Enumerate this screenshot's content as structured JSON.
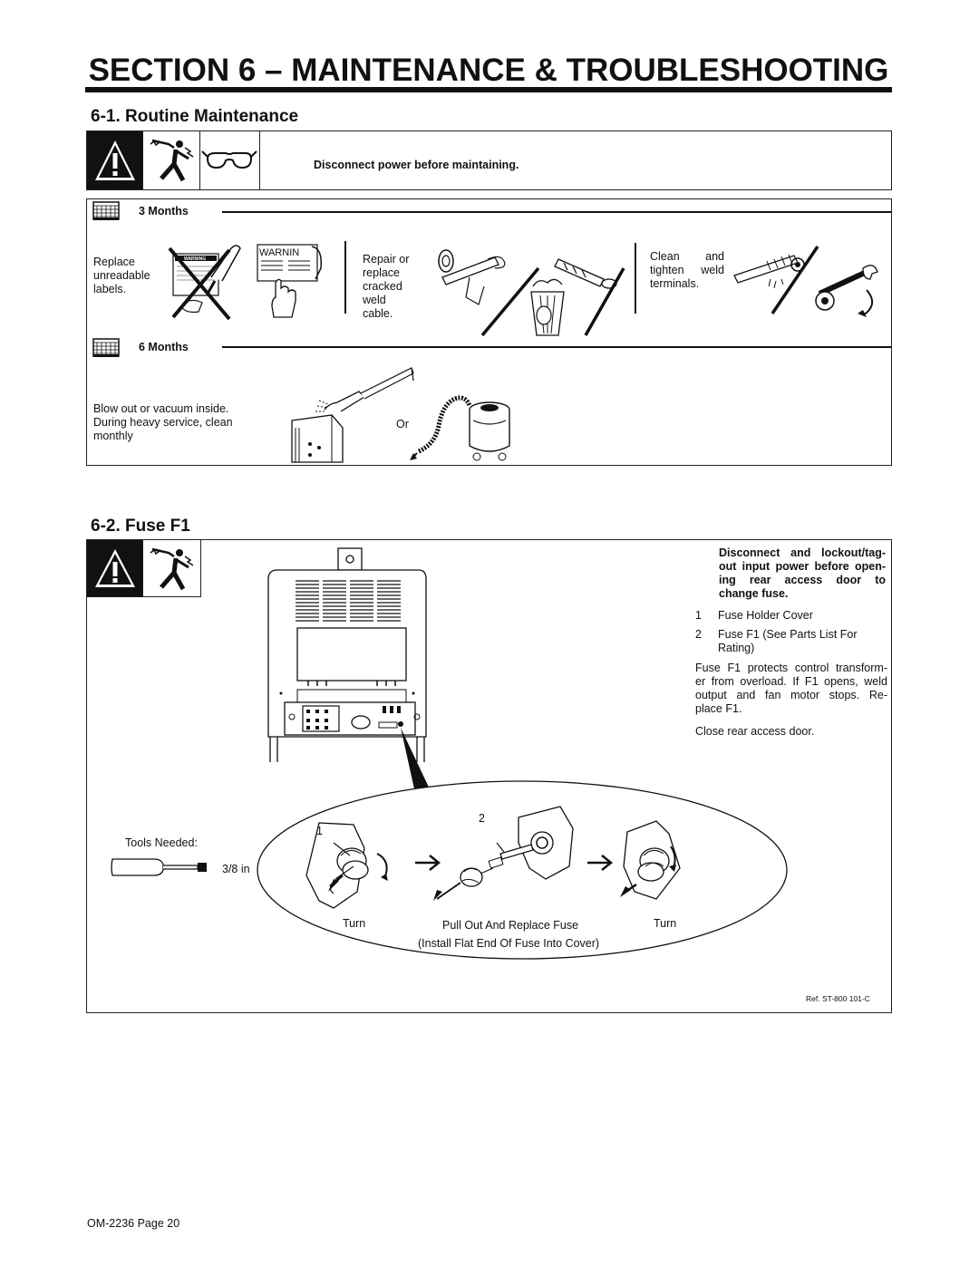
{
  "page_title": "SECTION 6 – MAINTENANCE & TROUBLESHOOTING",
  "routine": {
    "heading": "6-1.  Routine Maintenance",
    "disconnect_note": "Disconnect power before maintaining.",
    "months3_label": "3 Months",
    "replace_labels": [
      "Replace",
      "unreadable",
      "labels."
    ],
    "warning_small": "WARNING",
    "warning_big": "WARNIN",
    "repair_cable": [
      "Repair  or",
      "replace",
      "cracked",
      "weld",
      "cable."
    ],
    "clean_terminals": [
      "Clean   and",
      "tighten  weld",
      "terminals."
    ],
    "months6_label": "6 Months",
    "blow_out": [
      "Blow out or vacuum inside.",
      "During heavy service, clean",
      "monthly"
    ],
    "or_label": "Or"
  },
  "fuse": {
    "heading": "6-2.  Fuse F1",
    "warning_lines": [
      "Disconnect and lockout/tag-",
      "out input power before open-",
      "ing  rear  access  door  to",
      "change fuse."
    ],
    "items": [
      {
        "num": "1",
        "text": "Fuse Holder Cover"
      },
      {
        "num": "2",
        "text": "Fuse F1 (See Parts List For",
        "text2": "Rating)"
      }
    ],
    "protects": [
      "Fuse F1 protects control transform-",
      "er from overload. If F1 opens, weld",
      "output  and  fan motor stops.  Re-",
      "place F1."
    ],
    "close_door": "Close rear access door.",
    "tools_needed": "Tools Needed:",
    "tool_size": "3/8 in",
    "callout_1": "1",
    "callout_2": "2",
    "turn_left": "Turn",
    "pull_out": "Pull Out And Replace Fuse",
    "install_note": "(Install Flat End Of Fuse Into Cover)",
    "turn_right": "Turn",
    "ref": "Ref. ST-800 101-C"
  },
  "footer": "OM-2236 Page 20"
}
